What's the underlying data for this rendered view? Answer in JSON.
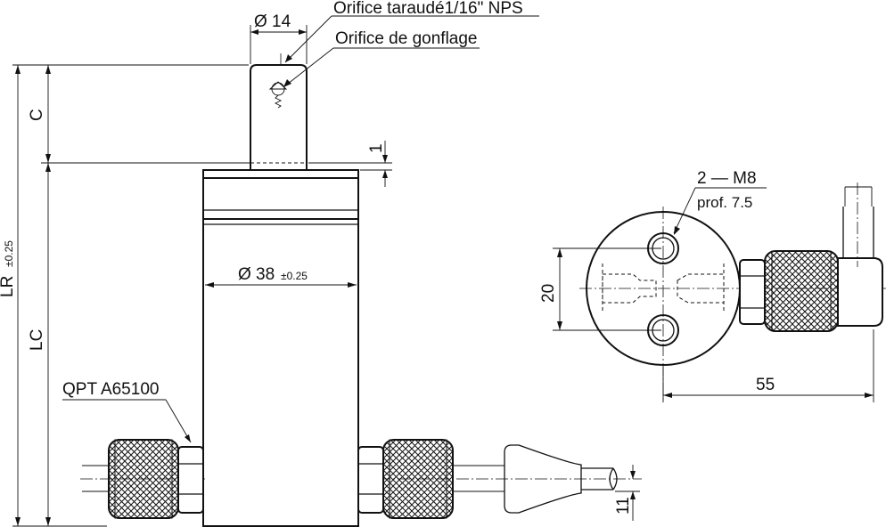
{
  "labels": {
    "orifice_taraude": "Orifice taraudé1/16\" NPS",
    "orifice_gonflage": "Orifice de gonflage",
    "dia14": "Ø 14",
    "dia38": "Ø 38",
    "dia38_tol": "±0.25",
    "c": "C",
    "lc": "LC",
    "lr": "LR",
    "lr_tol": "±0.25",
    "one": "1",
    "qpt": "QPT A65100",
    "eleven": "11",
    "m8": "2 — M8",
    "prof": "prof. 7.5",
    "twenty": "20",
    "fiftyfive": "55"
  }
}
